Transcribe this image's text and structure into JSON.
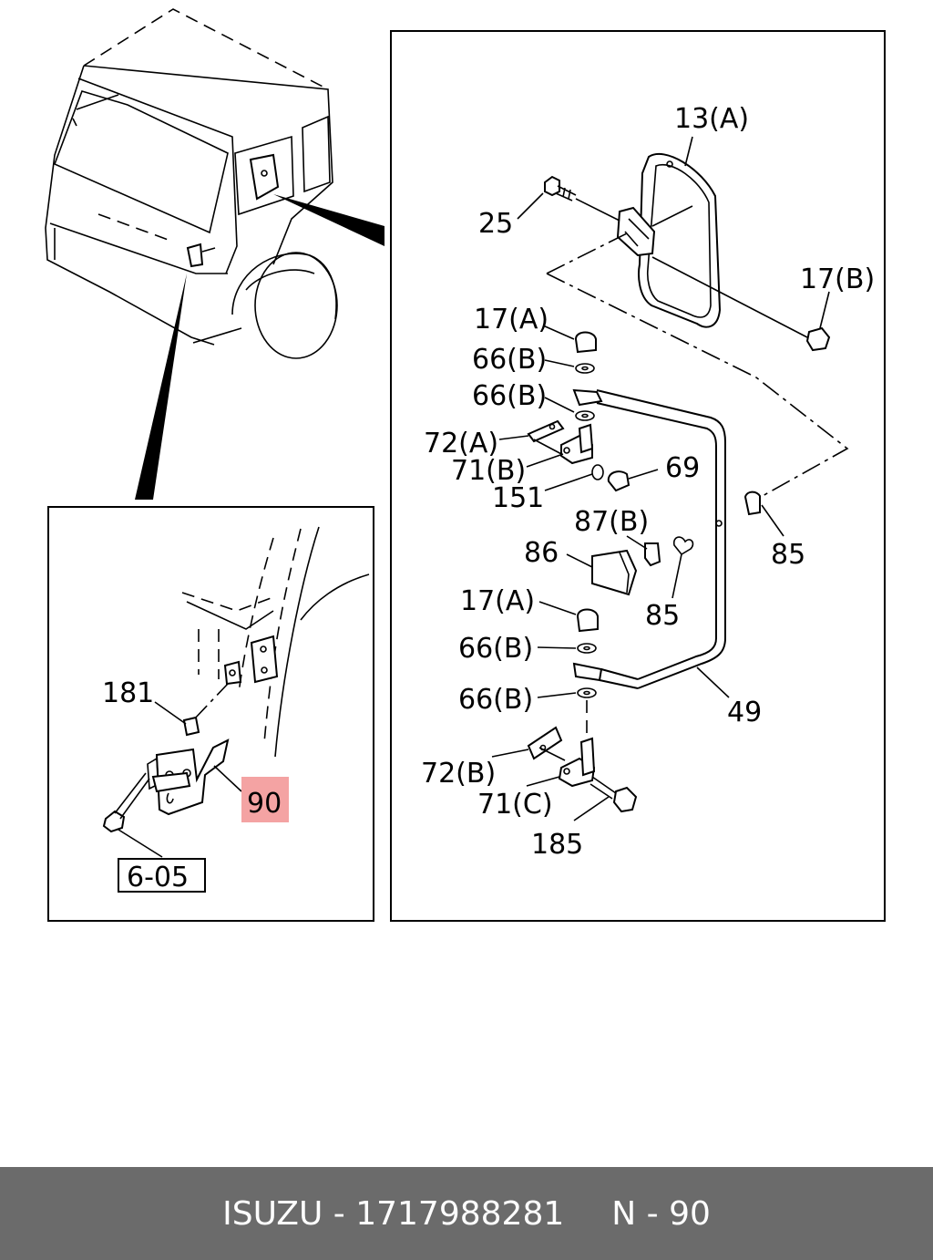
{
  "callouts": {
    "c13a": "13(A)",
    "c25": "25",
    "c17b": "17(B)",
    "c17a_1": "17(A)",
    "c66b_1": "66(B)",
    "c66b_2": "66(B)",
    "c72a": "72(A)",
    "c71b": "71(B)",
    "c151": "151",
    "c69": "69",
    "c85_right": "85",
    "c87b": "87(B)",
    "c86": "86",
    "c85_mid": "85",
    "c17a_2": "17(A)",
    "c66b_3": "66(B)",
    "c66b_4": "66(B)",
    "c49": "49",
    "c72b": "72(B)",
    "c71c": "71(C)",
    "c185": "185",
    "c181": "181",
    "c90": "90",
    "c605": "6-05"
  },
  "highlight_color": "#f4a3a3",
  "footer": {
    "brand": "ISUZU",
    "separator": " - ",
    "part_number": "1717988281",
    "ref_prefix": "N",
    "ref_separator": " - ",
    "ref_number": "90"
  }
}
